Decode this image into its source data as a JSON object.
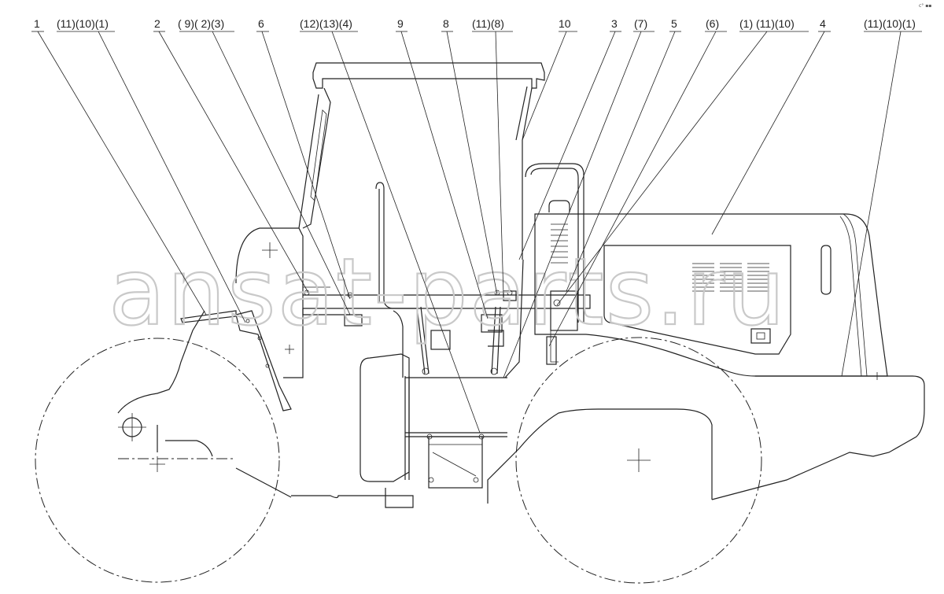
{
  "callouts": [
    {
      "label": "1"
    },
    {
      "label": "(11)(10)(1)"
    },
    {
      "label": "2"
    },
    {
      "label": "( 9)( 2)(3)"
    },
    {
      "label": "6"
    },
    {
      "label": "(12)(13)(4)"
    },
    {
      "label": "9"
    },
    {
      "label": "8"
    },
    {
      "label": "(11)(8)"
    },
    {
      "label": "10"
    },
    {
      "label": "3"
    },
    {
      "label": "(7)"
    },
    {
      "label": "5"
    },
    {
      "label": "(6)"
    },
    {
      "label": "(1) (11)(10)"
    },
    {
      "label": "4"
    },
    {
      "label": "(11)(10)(1)"
    }
  ],
  "watermark": "ansat-parts.ru",
  "corner_mark": "c° ▪▪"
}
